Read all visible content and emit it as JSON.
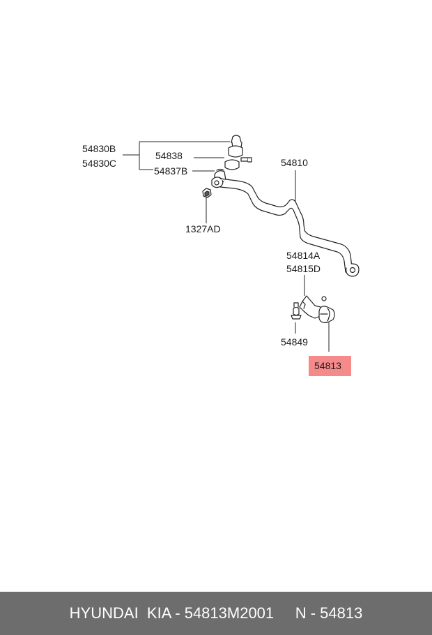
{
  "labels": {
    "p54830B": "54830B",
    "p54830C": "54830C",
    "p54838": "54838",
    "p54837B": "54837B",
    "p1327AD": "1327AD",
    "p54810": "54810",
    "p54814A": "54814A",
    "p54815D": "54815D",
    "p54849": "54849",
    "p54813": "54813"
  },
  "highlight": {
    "part": "54813",
    "color": "#f48a8a"
  },
  "footer": {
    "text": "HYUNDAI  KIA - 54813M2001     N - 54813",
    "background": "#6d6d6d"
  }
}
